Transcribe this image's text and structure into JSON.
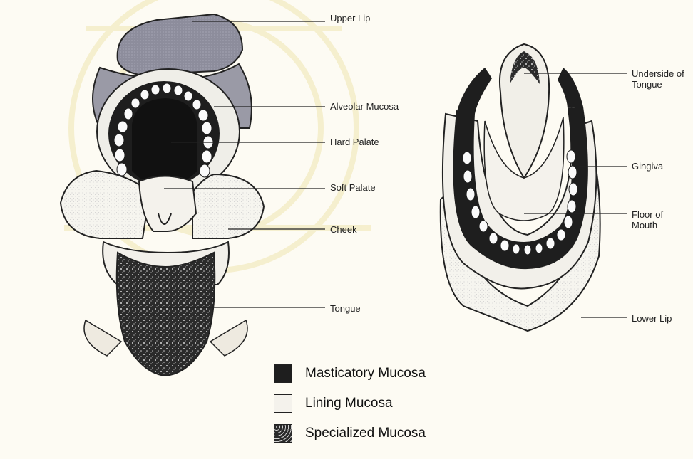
{
  "labels": {
    "upper_lip": "Upper Lip",
    "alveolar_mucosa": "Alveolar Mucosa",
    "hard_palate": "Hard Palate",
    "soft_palate": "Soft Palate",
    "cheek": "Cheek",
    "tongue": "Tongue",
    "underside_of_tongue_1": "Underside of",
    "underside_of_tongue_2": "Tongue",
    "gingiva": "Gingiva",
    "floor_of_mouth_1": "Floor of",
    "floor_of_mouth_2": "Mouth",
    "lower_lip": "Lower Lip"
  },
  "legend": {
    "masticatory": "Masticatory Mucosa",
    "lining": "Lining Mucosa",
    "specialized": "Specialized Mucosa"
  },
  "colors": {
    "masticatory": "#1e1e1e",
    "lining": "#f4f2ec",
    "specialized": "#2a2a2a",
    "page": "#fdfbf3",
    "watermark": "#e9d98a"
  }
}
